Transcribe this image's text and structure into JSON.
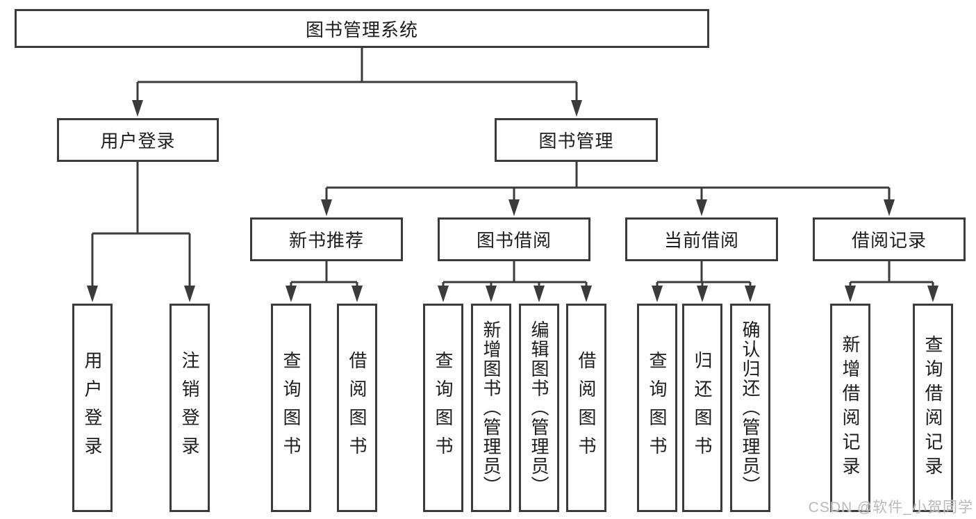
{
  "nodes": {
    "root": "图书管理系统",
    "user_login": "用户登录",
    "book_management": "图书管理",
    "new_book_recommend": "新书推荐",
    "book_borrow": "图书借阅",
    "current_borrow": "当前借阅",
    "borrow_records": "借阅记录",
    "leaf_user_login": "用户登录",
    "leaf_logout": "注销登录",
    "leaf_query_book_a": "查询图书",
    "leaf_borrow_book_a": "借阅图书",
    "leaf_query_book_b": "查询图书",
    "leaf_add_book_admin": "新增图书（管理员）",
    "leaf_edit_book_admin": "编辑图书（管理员）",
    "leaf_borrow_book_b": "借阅图书",
    "leaf_query_book_c": "查询图书",
    "leaf_return_book": "归还图书",
    "leaf_confirm_return_admin": "确认归还（管理员）",
    "leaf_add_borrow_record": "新增借阅记录",
    "leaf_query_borrow_record": "查询借阅记录"
  },
  "watermark": "CSDN @软件_小贺同学",
  "colors": {
    "line": "#3b3b3b",
    "text": "#1c1c1c",
    "watermark": "#b9b9b9",
    "background": "#ffffff"
  }
}
